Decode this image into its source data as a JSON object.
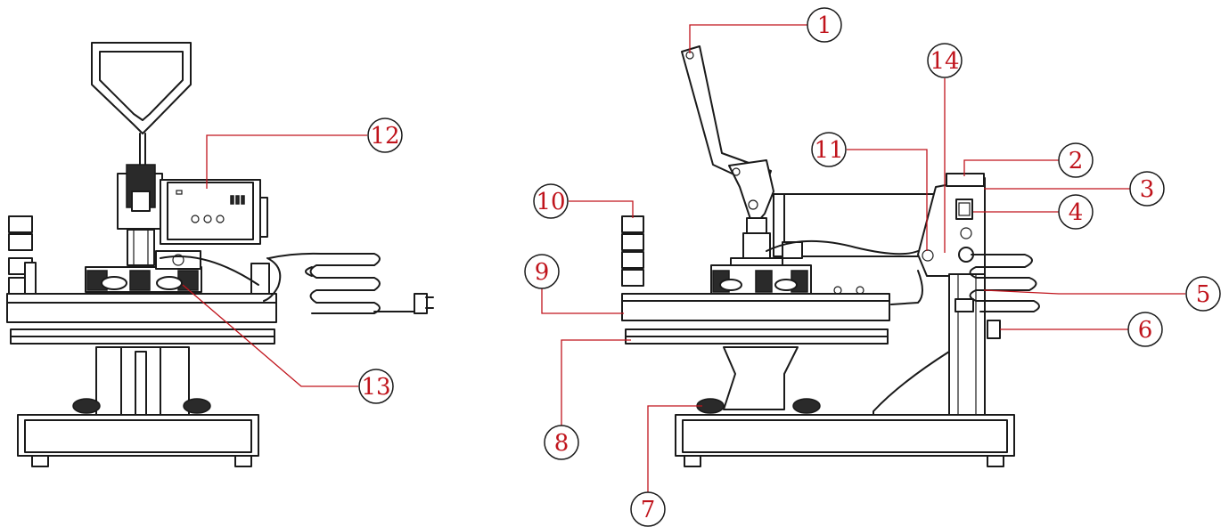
{
  "callouts": [
    {
      "id": "1",
      "label": "1"
    },
    {
      "id": "2",
      "label": "2"
    },
    {
      "id": "3",
      "label": "3"
    },
    {
      "id": "4",
      "label": "4"
    },
    {
      "id": "5",
      "label": "5"
    },
    {
      "id": "6",
      "label": "6"
    },
    {
      "id": "7",
      "label": "7"
    },
    {
      "id": "8",
      "label": "8"
    },
    {
      "id": "9",
      "label": "9"
    },
    {
      "id": "10",
      "label": "10"
    },
    {
      "id": "11",
      "label": "11"
    },
    {
      "id": "12",
      "label": "12"
    },
    {
      "id": "13",
      "label": "13"
    },
    {
      "id": "14",
      "label": "14"
    }
  ],
  "colors": {
    "callout_text": "#c0141c",
    "leader_line": "#c0141c",
    "drawing_line": "#1a1a1a"
  }
}
